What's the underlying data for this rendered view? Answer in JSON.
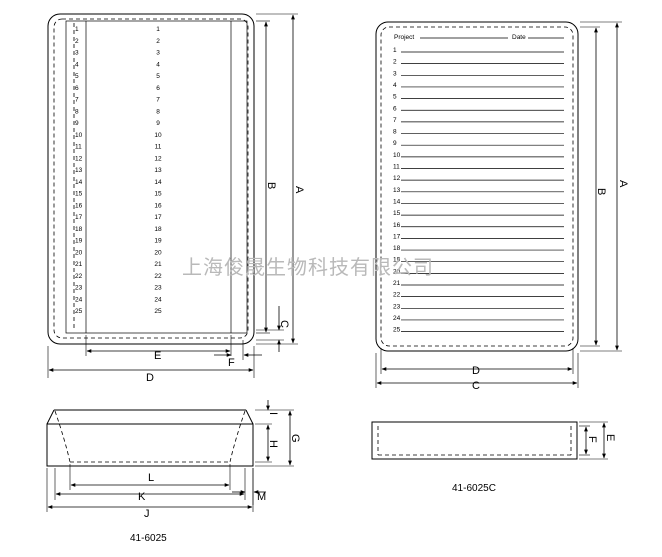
{
  "watermark": "上海俊晟生物科技有限公司",
  "left_tray": {
    "model": "41-6025",
    "left_numbers": [
      "1",
      "2",
      "3",
      "4",
      "5",
      "6",
      "7",
      "8",
      "9",
      "10",
      "11",
      "12",
      "13",
      "14",
      "15",
      "16",
      "17",
      "18",
      "19",
      "20",
      "21",
      "22",
      "23",
      "24",
      "25"
    ],
    "center_numbers": [
      "1",
      "2",
      "3",
      "4",
      "5",
      "6",
      "7",
      "8",
      "9",
      "10",
      "11",
      "12",
      "13",
      "14",
      "15",
      "16",
      "17",
      "18",
      "19",
      "20",
      "21",
      "22",
      "23",
      "24",
      "25"
    ],
    "dims": {
      "A": "A",
      "B": "B",
      "C": "C",
      "D": "D",
      "E": "E",
      "F": "F"
    },
    "side_dims": {
      "G": "G",
      "H": "H",
      "I": "I",
      "J": "J",
      "K": "K",
      "L": "L",
      "M": "M"
    }
  },
  "right_tray": {
    "model": "41-6025C",
    "header_project": "Project",
    "header_date": "Date",
    "row_numbers": [
      "1",
      "2",
      "3",
      "4",
      "5",
      "6",
      "7",
      "8",
      "9",
      "10",
      "11",
      "12",
      "13",
      "14",
      "15",
      "16",
      "17",
      "18",
      "19",
      "20",
      "21",
      "22",
      "23",
      "24",
      "25"
    ],
    "dims": {
      "A": "A",
      "B": "B",
      "C": "C",
      "D": "D"
    },
    "side_dims": {
      "E": "E",
      "F": "F"
    }
  }
}
